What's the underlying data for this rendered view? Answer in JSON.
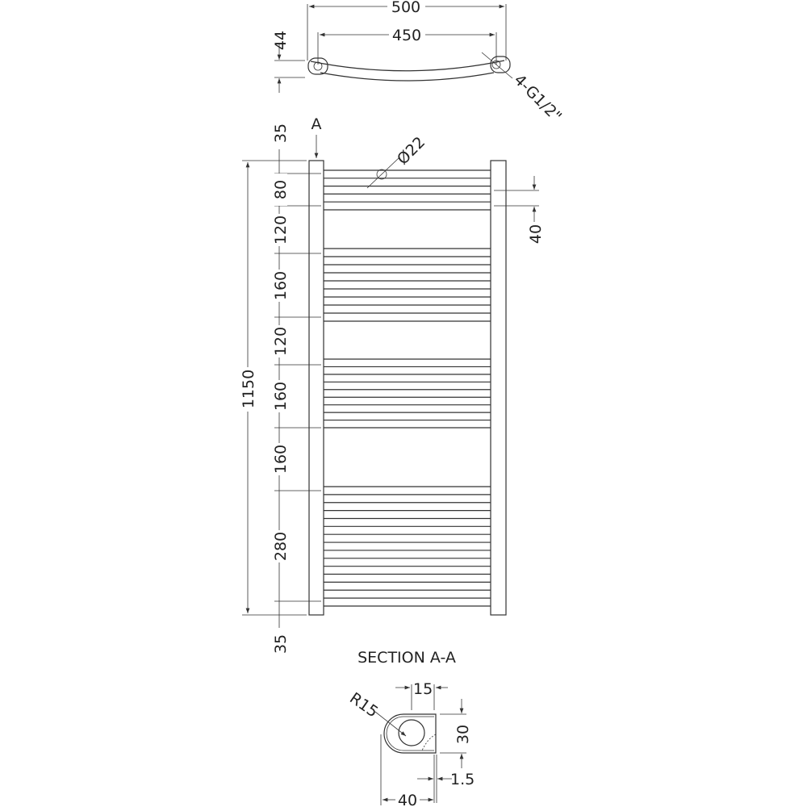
{
  "top_view": {
    "overall_width": "500",
    "centres": "450",
    "depth": "44",
    "connections": "4-G1/2\""
  },
  "front_view": {
    "section_marker": "A",
    "tube_diameter": "Ø22",
    "overall_height": "1150",
    "vertical_dims": [
      "35",
      "80",
      "120",
      "160",
      "120",
      "160",
      "160",
      "280",
      "35"
    ],
    "right_dim": "40"
  },
  "section": {
    "title": "SECTION A-A",
    "radius": "R15",
    "dim_15": "15",
    "dim_30": "30",
    "dim_1_5": "1.5",
    "dim_40": "40"
  }
}
